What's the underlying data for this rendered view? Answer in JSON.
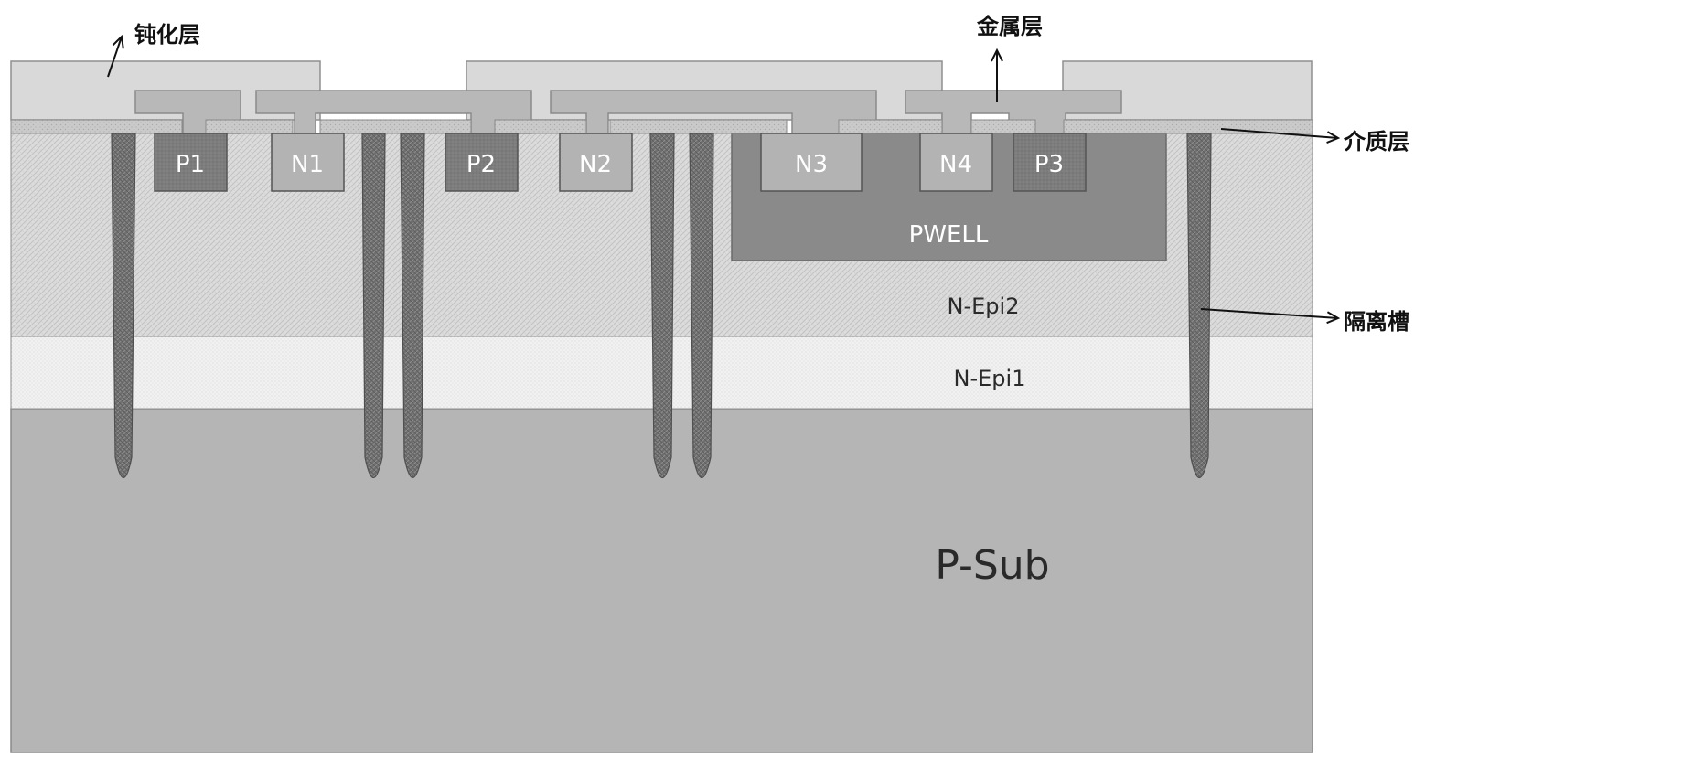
{
  "callouts": {
    "passivation": "钝化层",
    "metal": "金属层",
    "dielectric": "介质层",
    "isolation_trench": "隔离槽"
  },
  "regions": {
    "p1": "P1",
    "n1": "N1",
    "p2": "P2",
    "n2": "N2",
    "n3": "N3",
    "n4": "N4",
    "p3": "P3",
    "pwell": "PWELL",
    "n_epi2": "N-Epi2",
    "n_epi1": "N-Epi1",
    "p_sub": "P-Sub"
  },
  "colors": {
    "passivation": "#d9d9d9",
    "metal": "#b7b7b7",
    "dielectric": "#c9c9c9",
    "p_region": "#7d7d7d",
    "n_region": "#b3b3b3",
    "pwell": "#8a8a8a",
    "n_epi2": "#dcdcdc",
    "n_epi1": "#f1f1f1",
    "p_sub": "#b4b4b4",
    "trench": "#6e6e6e"
  }
}
